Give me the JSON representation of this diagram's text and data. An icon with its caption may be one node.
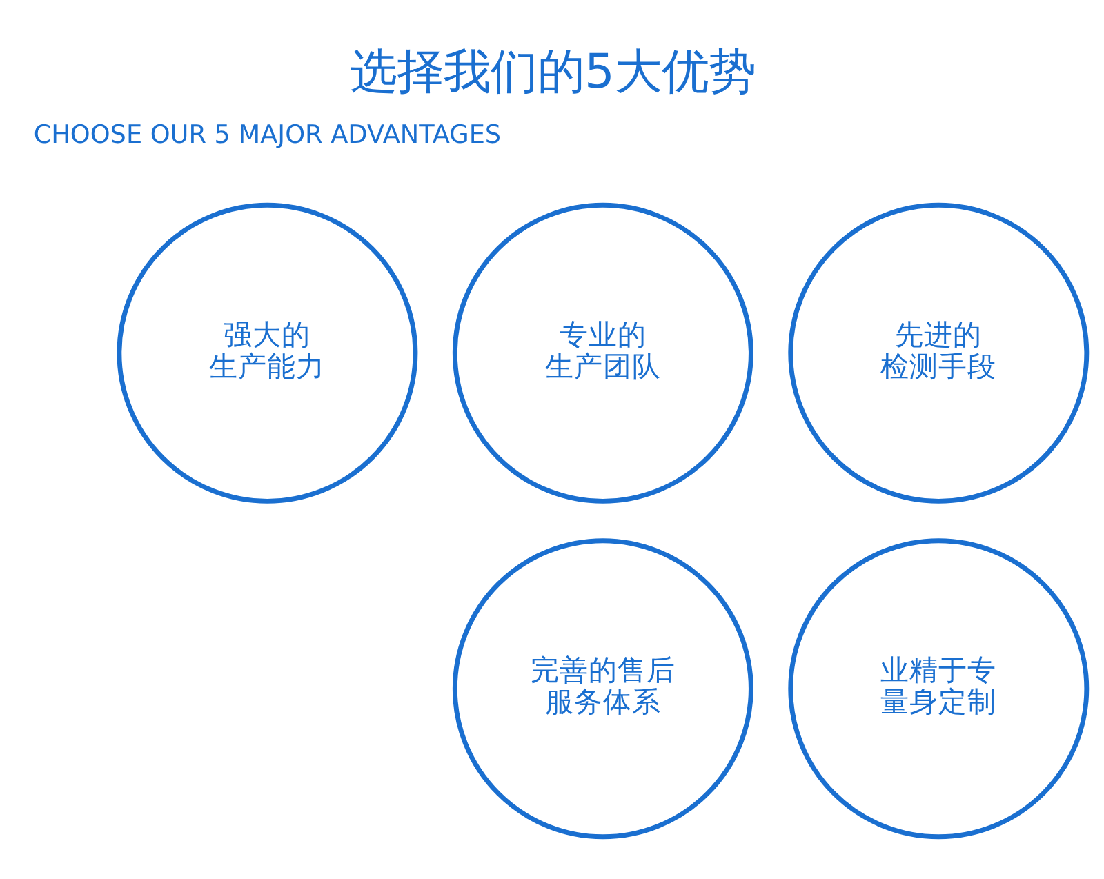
{
  "diagram": {
    "title": "选择我们的5大优势",
    "nodes": [
      {
        "text": [
          "专业的生产团队"
        ]
      },
      {
        "text": [
          "强大的生产能力"
        ]
      },
      {
        "text": [
          "先进的检测手段"
        ]
      },
      {
        "text": [
          "完善的售后服务体系"
        ]
      },
      {
        "text": [
          "业精于专量身定制"
        ]
      }
    ],
    "labels": [
      "CHOOSE OUR 5 MAJOR ADVANTAGES"
    ]
  }
}
